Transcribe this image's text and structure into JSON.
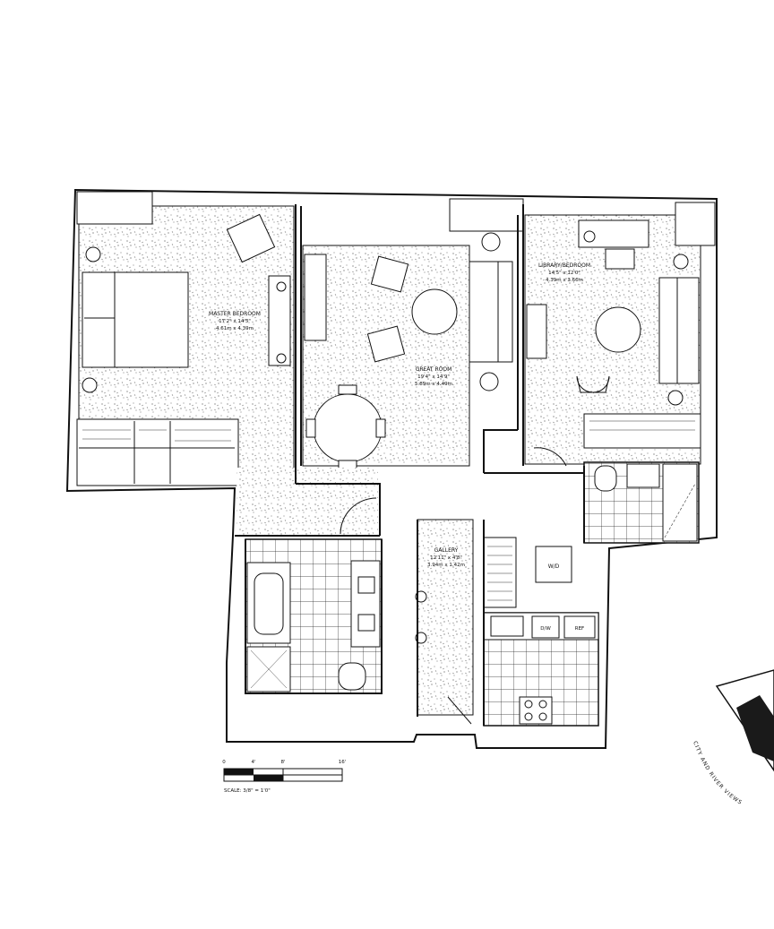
{
  "rooms": {
    "master": {
      "name": "MASTER BEDROOM",
      "dims_imperial": "17'2\" x 14'5\"",
      "dims_metric": "4.61m x 4.39m"
    },
    "great": {
      "name": "GREAT ROOM",
      "dims_imperial": "19'4\" x 14'9\"",
      "dims_metric": "5.89m x 4.49m"
    },
    "library": {
      "name": "LIBRARY/BEDROOM",
      "dims_imperial": "14'5\" x 12'0\"",
      "dims_metric": "4.39m x 3.66m"
    },
    "gallery": {
      "name": "GALLERY",
      "dims_imperial": "12'11\" x 4'8\"",
      "dims_metric": "3.94m x 1.42m"
    }
  },
  "fixtures": {
    "washer_dryer": "W/D",
    "dishwasher": "D/W",
    "refrigerator": "REF"
  },
  "scale": {
    "ticks": [
      "0",
      "4'",
      "8'",
      "16'"
    ],
    "text": "SCALE: 3/8\" = 1'0\""
  },
  "views": "CITY AND RIVER VIEWS",
  "colors": {
    "line": "#111111",
    "texture": "#555555",
    "dark_block": "#1a1a1a"
  }
}
